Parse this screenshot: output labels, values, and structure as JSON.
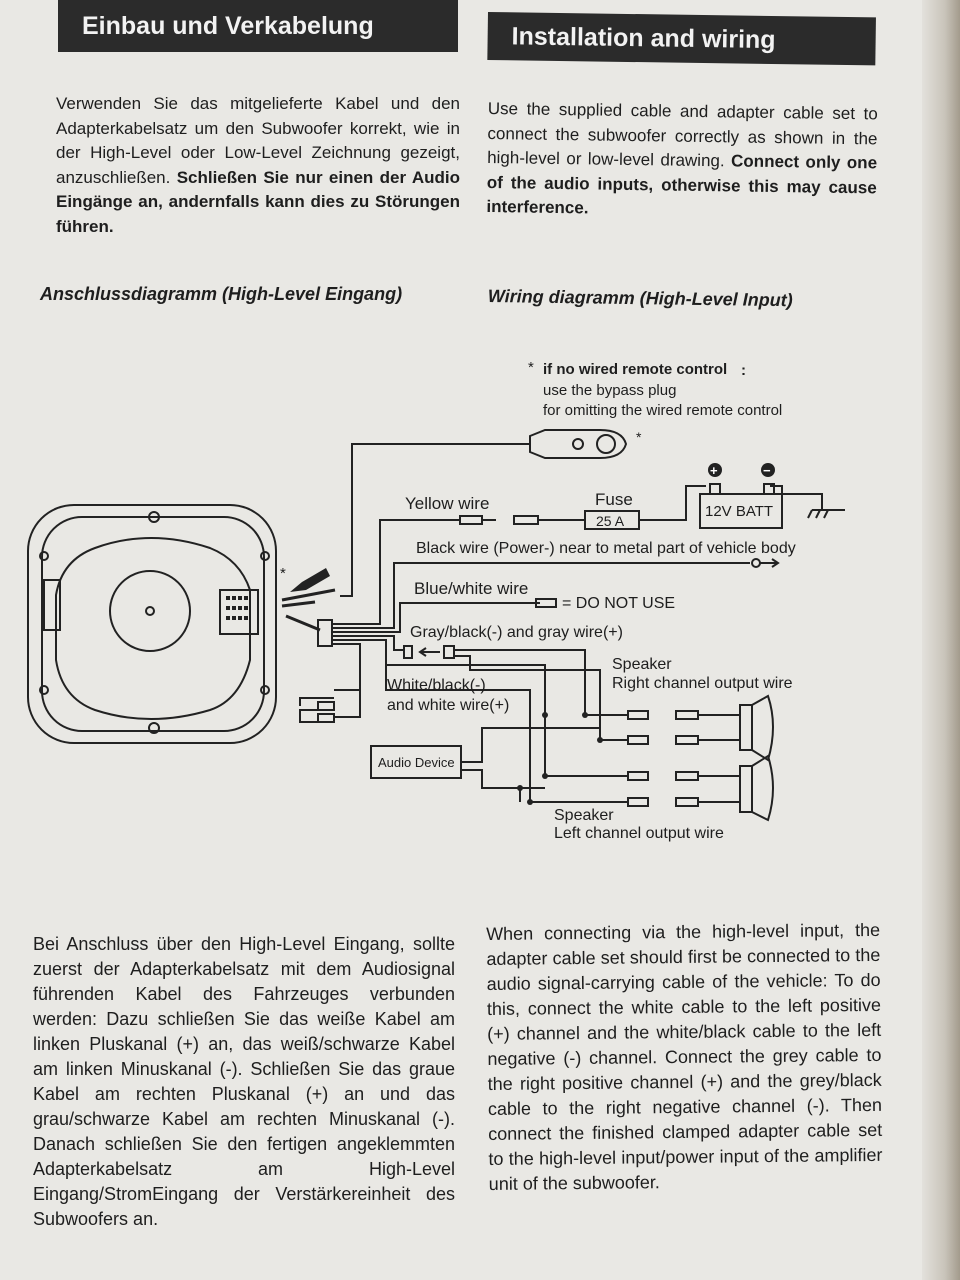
{
  "header_de": "Einbau und Verkabelung",
  "header_en": "Installation and wiring",
  "intro_de": {
    "normal": "Verwenden Sie das mitgelieferte Kabel und den Adapterkabelsatz um den Subwoofer korrekt, wie in der High-Level oder Low-Level Zeichnung gezeigt, anzuschließen.",
    "bold": "Schließen Sie nur einen der Audio Eingänge an, andernfalls kann dies zu Störungen führen."
  },
  "intro_en": {
    "normal": "Use the supplied cable and adapter cable set to connect the subwoofer correctly as shown in the high-level or low-level drawing.",
    "bold": "Connect only one of the audio inputs, otherwise this may cause interference."
  },
  "subtitle_de": "Anschlussdiagramm (High-Level Eingang)",
  "subtitle_en": "Wiring diagramm (High-Level Input)",
  "diagram": {
    "note_star": "*",
    "note_bold": "if no wired remote control",
    "note_colon": ":",
    "note_line2": "use the bypass plug",
    "note_line3": "for omitting the wired remote control",
    "remote_star": "*",
    "subwoofer_star": "*",
    "yellow_wire": "Yellow wire",
    "fuse": "Fuse",
    "fuse_rating": "25 A",
    "battery_label": "12V BATT",
    "battery_plus": "+",
    "battery_minus": "−",
    "black_wire": "Black wire  (Power-)  near to metal part of vehicle body",
    "blue_white_wire": "Blue/white wire",
    "do_not_use": "=  DO NOT USE",
    "gray_wire": "Gray/black(-) and gray wire(+)",
    "white_wire_line1": "White/black(-)",
    "white_wire_line2": "and white wire(+)",
    "audio_device": "Audio Device",
    "speaker_right_line1": "Speaker",
    "speaker_right_line2": "Right channel output wire",
    "speaker_left_line1": "Speaker",
    "speaker_left_line2": "Left channel output wire"
  },
  "body_de": "Bei Anschluss über den High-Level Eingang, sollte zuerst der Adapterkabelsatz mit dem Audiosignal führenden Kabel des Fahrzeuges verbunden werden: Dazu schließen Sie das weiße Kabel am linken Pluskanal (+) an, das weiß/schwarze Kabel am linken Minuskanal (-). Schließen Sie das graue Kabel am rechten Pluskanal (+) an und das grau/schwarze Kabel am rechten Minuskanal (-). Danach schließen Sie den fertigen angeklemmten Adapterkabelsatz am High-Level Eingang/StromEingang der Verstärkereinheit des Subwoofers an.",
  "body_en": "When connecting via the high-level input, the adapter cable set should first be connected to the audio signal-carrying cable of the vehicle: To do this, connect the white cable to the left positive (+) channel and the white/black cable to the left negative (-) channel. Connect the grey cable to the right positive channel (+) and the grey/black cable to the right negative channel (-). Then connect the finished clamped adapter cable set to the high-level input/power input of the amplifier unit of the subwoofer."
}
